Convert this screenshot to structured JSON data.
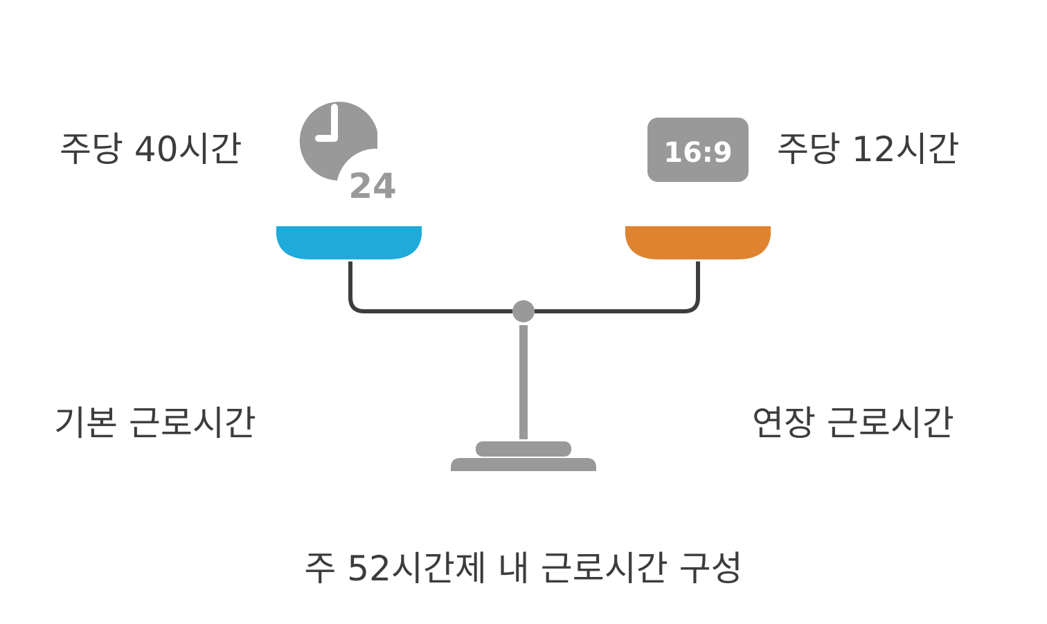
{
  "diagram": {
    "left": {
      "value_label": "주당 40시간",
      "category_label": "기본 근로시간",
      "icon_text": "24",
      "icon": "clock-24-icon",
      "pan_color": "#1eaadb"
    },
    "right": {
      "value_label": "주당 12시간",
      "category_label": "연장 근로시간",
      "icon_text": "16:9",
      "icon": "aspect-ratio-16-9-icon",
      "pan_color": "#de8431"
    },
    "caption": "주 52시간제 내 근로시간 구성",
    "colors": {
      "beam": "#3d3d3d",
      "stand": "#999999",
      "icon": "#999999"
    }
  }
}
